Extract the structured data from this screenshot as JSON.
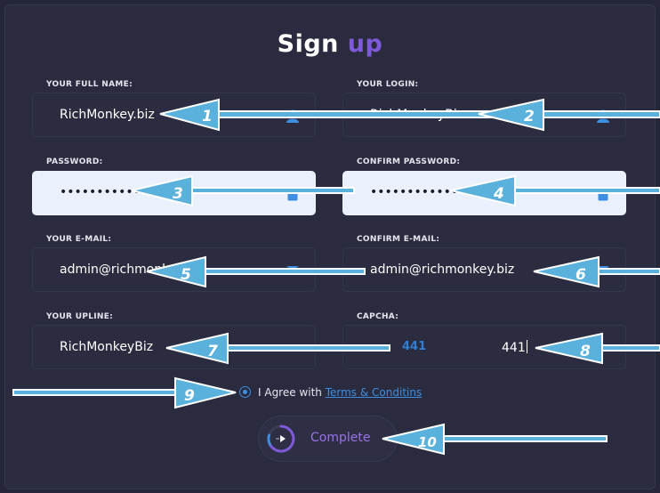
{
  "title": {
    "main": "Sign",
    "accent": "up"
  },
  "fields": {
    "full_name": {
      "label": "YOUR FULL NAME:",
      "value": "RichMonkey.biz"
    },
    "login": {
      "label": "YOUR LOGIN:",
      "value": "RichMonkeyBiz"
    },
    "password": {
      "label": "PASSWORD:",
      "value": "••••••••••••••"
    },
    "confirm_password": {
      "label": "CONFIRM PASSWORD:",
      "value": "•••••••••••••"
    },
    "email": {
      "label": "YOUR E-MAIL:",
      "value": "admin@richmonkey.biz"
    },
    "confirm_email": {
      "label": "CONFIRM E-MAIL:",
      "value": "admin@richmonkey.biz"
    },
    "upline": {
      "label": "YOUR UPLINE:",
      "value": "RichMonkeyBiz"
    },
    "captcha": {
      "label": "CAPCHA:",
      "code": "441",
      "value": "441"
    }
  },
  "agree": {
    "text": "I Agree with",
    "link": "Terms & Conditins"
  },
  "submit": {
    "label": "Complete"
  },
  "annotations": [
    "1",
    "2",
    "3",
    "4",
    "5",
    "6",
    "7",
    "8",
    "9",
    "10"
  ],
  "icons": {
    "user": "user-icon",
    "lock": "lock-icon",
    "mail": "mail-icon",
    "play": "play-icon"
  },
  "colors": {
    "accent": "#7f5ad8",
    "link": "#3d8ee0",
    "arrow": "#5ab1dc",
    "background": "#252638"
  }
}
